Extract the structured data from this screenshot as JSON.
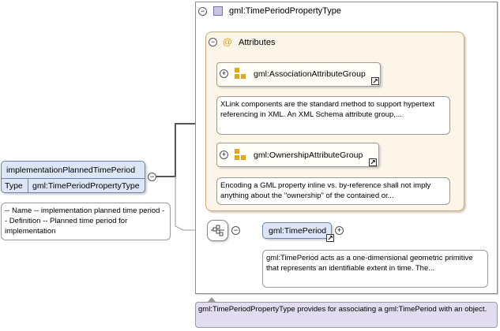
{
  "main_type": {
    "title": "gml:TimePeriodPropertyType"
  },
  "attributes": {
    "label": "Attributes",
    "groups": [
      {
        "name": "gml:AssociationAttributeGroup",
        "note": "XLink components are the standard method to support hypertext referencing in XML. An XML Schema attribute group,..."
      },
      {
        "name": "gml:OwnershipAttributeGroup",
        "note": "Encoding a GML property inline vs. by-reference shall not imply anything about the \"ownership\" of the contained or..."
      }
    ]
  },
  "element": {
    "name": "implementationPlannedTimePeriod",
    "type_label": "Type",
    "type_value": "gml:TimePeriodPropertyType",
    "note": "-- Name -- implementation planned time period -- Definition -- Planned time period for implementation"
  },
  "sequence": {
    "child_name": "gml:TimePeriod",
    "child_note": "gml:TimePeriod acts as a one-dimensional geometric primitive that represents an identifiable extent in time. The..."
  },
  "type_note": "gml:TimePeriodPropertyType provides for associating a gml:TimePeriod with an object.",
  "colors": {
    "element_fill": "#dce6f7",
    "element_border": "#6d83b3",
    "attributes_fill": "#fdf6e8",
    "attributes_border": "#c9a97a",
    "attr_icon": "#e8a418",
    "type_icon": "#c9c3e6",
    "type_note_fill": "#e2dcf0"
  }
}
